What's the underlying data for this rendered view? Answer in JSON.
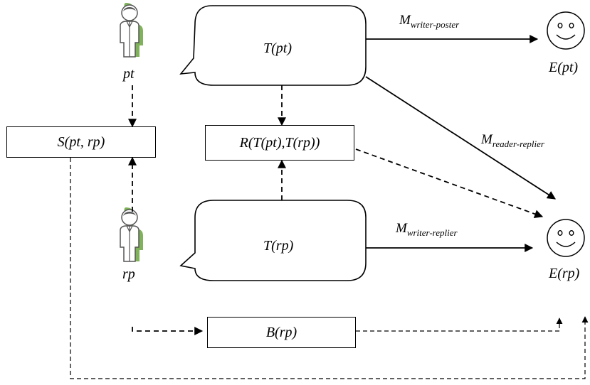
{
  "nodes": {
    "person_poster": "pt",
    "person_replier": "rp",
    "text_poster": "T(pt)",
    "text_replier": "T(rp)",
    "similarity": "S(pt, rp)",
    "relation": "R(T(pt),T(rp))",
    "background": "B(rp)",
    "emotion_poster": "E(pt)",
    "emotion_replier": "E(rp)"
  },
  "edges": {
    "writer_poster": {
      "main": "M",
      "sub": "writer-poster"
    },
    "reader_replier": {
      "main": "M",
      "sub": "reader-replier"
    },
    "writer_replier": {
      "main": "M",
      "sub": "writer-replier"
    }
  },
  "icons": {
    "person": "person-icon",
    "face": "smiley-face-icon",
    "bubble": "speech-bubble"
  },
  "colors": {
    "person_fill": "#ffffff",
    "person_shadow": "#7fb25a",
    "line": "#000000"
  }
}
